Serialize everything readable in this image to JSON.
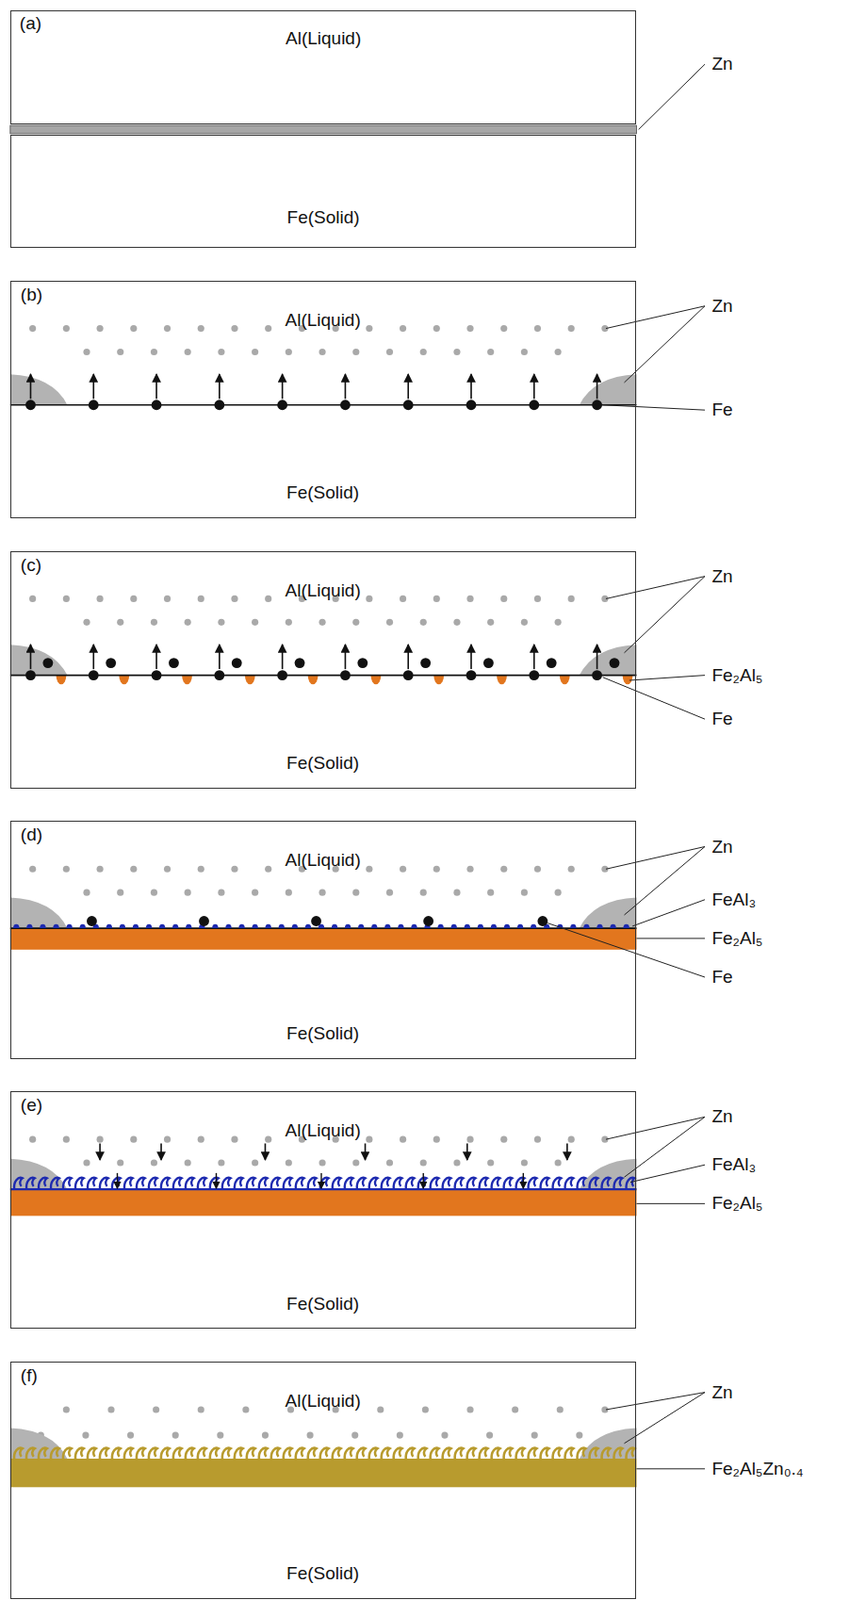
{
  "diagram": {
    "nodes": [
      {
        "text": [
          "(a)"
        ]
      },
      {
        "text": [
          "Al(Liquid)"
        ],
        "in": 0
      },
      {
        "text": [
          "Fe(Solid)"
        ],
        "in": 0
      },
      {
        "text": [
          "(b)"
        ]
      },
      {
        "text": [
          "Al(Liquid)"
        ],
        "in": 3
      },
      {
        "text": [
          "Fe(Solid)"
        ],
        "in": 3
      },
      {
        "text": [
          "(c)"
        ]
      },
      {
        "text": [
          "Al(Liquid)"
        ],
        "in": 6
      },
      {
        "text": [
          "Fe(Solid)"
        ],
        "in": 6
      },
      {
        "text": [
          "(d)"
        ]
      },
      {
        "text": [
          "Al(Liquid)"
        ],
        "in": 9
      },
      {
        "text": [
          "Fe(Solid)"
        ],
        "in": 9
      },
      {
        "text": [
          "(e)"
        ]
      },
      {
        "text": [
          "Al(Liquid)"
        ],
        "in": 12
      },
      {
        "text": [
          "Fe(Solid)"
        ],
        "in": 12
      },
      {
        "text": [
          "(f)"
        ]
      },
      {
        "text": [
          "Al(Liquid)"
        ],
        "in": 15
      },
      {
        "text": [
          "Fe(Solid)"
        ],
        "in": 15
      }
    ],
    "labels": [
      "Zn",
      "Zn",
      "Fe",
      "Zn",
      "Fe₂Al₅",
      "Fe",
      "Zn",
      "FeAl₃",
      "Fe₂Al₅",
      "Fe",
      "Zn",
      "FeAl₃",
      "Fe₂Al₅",
      "Zn",
      "Fe₂Al₅Zn₀.₄"
    ]
  }
}
